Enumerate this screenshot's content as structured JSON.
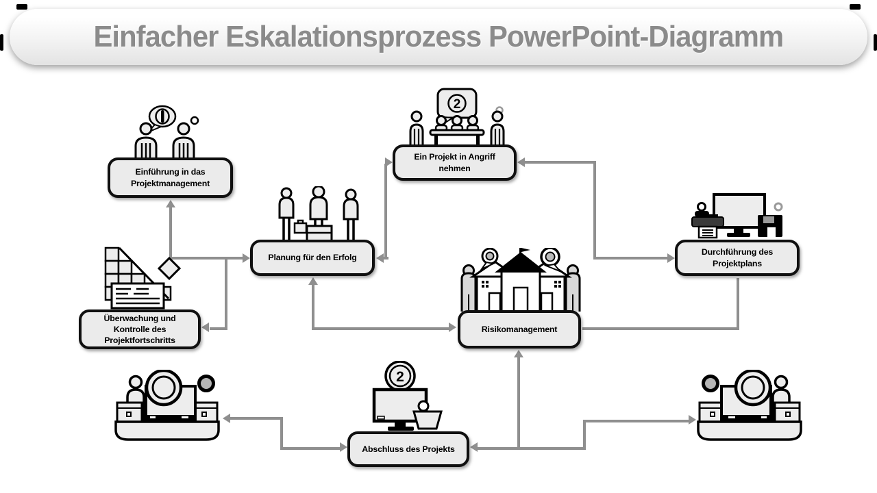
{
  "title": {
    "text": "Einfacher Eskalationsprozess PowerPoint-Diagramm"
  },
  "nodes": {
    "intro": {
      "label": "Einführung in das Projektmanagement"
    },
    "start": {
      "label": "Ein Projekt in Angriff nehmen",
      "badge": "2"
    },
    "planning": {
      "label": "Planung für den Erfolg"
    },
    "execution": {
      "label": "Durchführung des Projektplans"
    },
    "monitoring": {
      "label": "Überwachung und Kontrolle des Projektfortschritts"
    },
    "risk": {
      "label": "Risikomanagement"
    },
    "closure": {
      "label": "Abschluss des Projekts",
      "badge": "2"
    }
  },
  "icons": {
    "intro": "two-people-conversation-icon",
    "start": "team-meeting-icon",
    "planning": "team-podium-icon",
    "execution": "computer-printer-icon",
    "monitoring": "gantt-chart-icon",
    "risk": "houses-discussion-icon",
    "closure": "monitor-badge-icon",
    "desk_left": "workstation-desk-icon",
    "desk_right": "workstation-desk-icon"
  },
  "colors": {
    "box_fill": "#ebebeb",
    "box_border": "#101010",
    "connector": "#8f8f8f",
    "title": "#8b8b8b",
    "banner": "#f3f3f3"
  }
}
